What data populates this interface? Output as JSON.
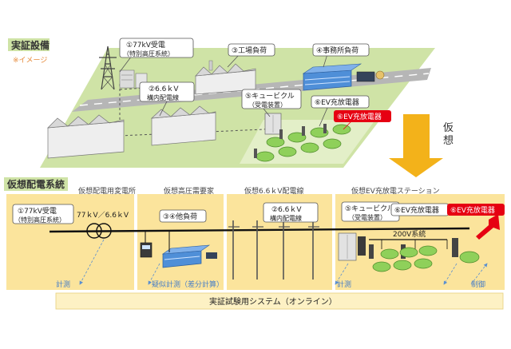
{
  "top": {
    "heading": "実証設備",
    "note": "※イメージ",
    "callout1_line1": "①77kV受電",
    "callout1_line2": "（特別高圧系統）",
    "callout2_line1": "②6.6ｋV",
    "callout2_line2": "構内配電線",
    "callout3": "③工場負荷",
    "callout4": "④事務所負荷",
    "callout5_line1": "⑤キュービクル",
    "callout5_line2": "（受電装置）",
    "callout6": "⑥EV充放電器",
    "callout6_red": "⑥EV充放電器"
  },
  "arrow": {
    "label": "仮想"
  },
  "bottom": {
    "heading": "仮想配電系統",
    "sections": {
      "substation": "仮想配電用変電所",
      "customer": "仮想高圧需要家",
      "line": "仮想6.6ｋV配電線",
      "station": "仮想EV充放電ステーション"
    },
    "callout1_line1": "①77kV受電",
    "callout1_line2": "（特別高圧系統）",
    "voltage": "77ｋV／6.6ｋV",
    "callout34": "③④他負荷",
    "callout2_line1": "②6.6ｋV",
    "callout2_line2": "構内配電線",
    "callout5_line1": "⑤キュービクル",
    "callout5_line2": "（受電装置）",
    "callout6": "⑥EV充放電器",
    "callout6_red": "⑥EV充放電器",
    "system200": "200V系統",
    "measure1": "計測",
    "measure2": "疑似計測（差分計算）",
    "measure3": "計測",
    "control": "制御",
    "system_bar": "実証試験用システム（オンライン）"
  },
  "colors": {
    "ground": "#cfe3a6",
    "road": "#b6b6b6",
    "band": "#fbe49c",
    "cream": "#fdf1c4",
    "arrow": "#f3b21a",
    "red": "#e60012",
    "car": "#8fd05a",
    "blue": "#4f8fd8"
  }
}
